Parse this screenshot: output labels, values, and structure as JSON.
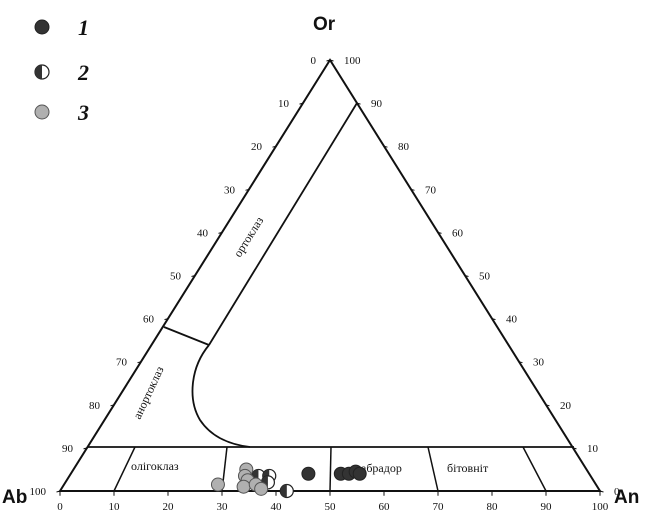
{
  "vertices": {
    "top": "Or",
    "left": "Ab",
    "right": "An"
  },
  "legend": [
    {
      "label": "1",
      "style": "filled",
      "color": "#333333"
    },
    {
      "label": "2",
      "style": "half",
      "color": "#333333"
    },
    {
      "label": "3",
      "style": "grey",
      "color": "#b0b0b0"
    }
  ],
  "fields": {
    "orthoclase": "ортоклаз",
    "anorthoclase": "анортоклаз",
    "oligoclase": "олігоклаз",
    "labradorite": "лабрадор",
    "bytownite": "бітовніт"
  },
  "left_ticks": [
    "0",
    "10",
    "20",
    "30",
    "40",
    "50",
    "60",
    "70",
    "80",
    "90",
    "100"
  ],
  "right_ticks": [
    "100",
    "90",
    "80",
    "70",
    "60",
    "50",
    "40",
    "30",
    "20",
    "10",
    "0"
  ],
  "bottom_ticks": [
    "0",
    "10",
    "20",
    "30",
    "40",
    "50",
    "60",
    "70",
    "80",
    "90",
    "100"
  ],
  "chart_data": {
    "type": "scatter",
    "components": [
      "Ab",
      "An",
      "Or"
    ],
    "series": [
      {
        "name": "1",
        "points": [
          {
            "An": 44,
            "Or": 4
          },
          {
            "An": 50,
            "Or": 4
          },
          {
            "An": 51.5,
            "Or": 4
          },
          {
            "An": 52.5,
            "Or": 4.5
          },
          {
            "An": 53.5,
            "Or": 4
          }
        ]
      },
      {
        "name": "2",
        "points": [
          {
            "An": 35,
            "Or": 3.5
          },
          {
            "An": 37,
            "Or": 3.5
          },
          {
            "An": 37.5,
            "Or": 2
          },
          {
            "An": 42,
            "Or": 0
          }
        ]
      },
      {
        "name": "3",
        "points": [
          {
            "An": 32,
            "Or": 5
          },
          {
            "An": 32.5,
            "Or": 3.5
          },
          {
            "An": 33.5,
            "Or": 2.5
          },
          {
            "An": 33.5,
            "Or": 1
          },
          {
            "An": 35.5,
            "Or": 1.5
          },
          {
            "An": 37,
            "Or": 0.5
          },
          {
            "An": 28.5,
            "Or": 1.5
          }
        ]
      }
    ]
  }
}
